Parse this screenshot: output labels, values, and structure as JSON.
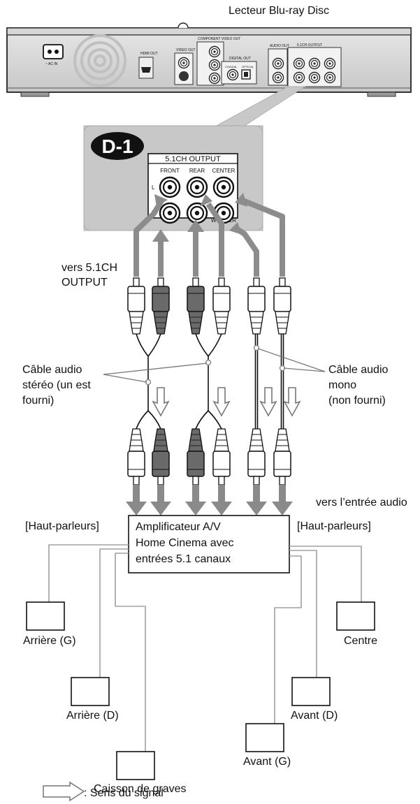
{
  "title": "Lecteur Blu-ray Disc",
  "panel": {
    "ac_in": "~ AC IN",
    "hdmi_out": "HDMI OUT",
    "video_out": "VIDEO OUT",
    "component_video_out": "COMPONENT VIDEO OUT",
    "digital_out": "DIGITAL OUT",
    "coaxial": "COAXIAL",
    "optical": "OPTICAL",
    "audio_out": "AUDIO OUT",
    "output_51ch_small": "5.1CH OUTPUT"
  },
  "inset": {
    "badge": "D-1",
    "header": "5.1CH OUTPUT",
    "col_front": "FRONT",
    "col_rear": "REAR",
    "col_center": "CENTER",
    "row_l": "L",
    "row_r": "R",
    "subwoofer": "WOOFER"
  },
  "labels": {
    "vers_output_line1": "vers 5.1CH",
    "vers_output_line2": "OUTPUT",
    "cable_stereo_1": "Câble audio",
    "cable_stereo_2": "stéréo (un est",
    "cable_stereo_3": "fourni)",
    "cable_mono_1": "Câble audio",
    "cable_mono_2": "mono",
    "cable_mono_3": "(non fourni)",
    "vers_entree": "vers l’entrée audio",
    "hp_left": "[Haut-parleurs]",
    "hp_right": "[Haut-parleurs]"
  },
  "amplifier": {
    "line1": "Amplificateur A/V",
    "line2": "Home Cinema avec",
    "line3": "entrées 5.1 canaux"
  },
  "speakers": {
    "rear_left": "Arrière (G)",
    "rear_right": "Arrière (D)",
    "subwoofer": "Caisson de graves",
    "center": "Centre",
    "front_right": "Avant (D)",
    "front_left": "Avant (G)"
  },
  "legend": {
    "signal": ": Sens du signal"
  }
}
